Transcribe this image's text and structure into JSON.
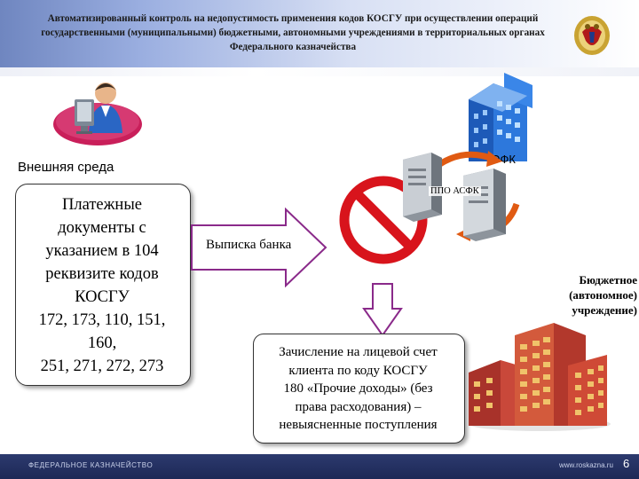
{
  "header": {
    "title": "Автоматизированный контроль на недопустимость применения кодов КОСГУ при осуществлении операций государственными (муниципальными) бюджетными, автономными учреждениями в территориальных органах Федерального казначейства",
    "emblem_icon": "eagle-emblem-icon"
  },
  "external_env": {
    "label": "Внешняя среда",
    "icon": "user-at-computer-icon"
  },
  "payment_docs": {
    "lines": [
      "Платежные",
      "документы с",
      "указанием в 104",
      "реквизите кодов",
      "КОСГУ",
      "172, 173, 110, 151,",
      "160,",
      "251, 271, 272, 273"
    ]
  },
  "bank_statement": {
    "label": "Выписка банка"
  },
  "tofk": {
    "label": "ТОФК",
    "icon": "office-building-icon"
  },
  "ppo_asfk": {
    "label": "ППО АСФК",
    "icon": "server-icon"
  },
  "prohibition": {
    "icon": "prohibition-sign-icon"
  },
  "credit_note": {
    "lines": [
      "Зачисление на лицевой счет",
      "клиента по коду КОСГУ",
      "180 «Прочие доходы» (без",
      "права расходования) –",
      "невыясненные поступления"
    ]
  },
  "budget_institution": {
    "lines": [
      "Бюджетное",
      "(автономное)",
      "учреждение)"
    ],
    "icon": "institution-building-icon"
  },
  "footer": {
    "org": "ФЕДЕРАЛЬНОЕ КАЗНАЧЕЙСТВО",
    "site": "www.roskazna.ru",
    "page": "6"
  },
  "colors": {
    "header_blue": "#6f86c0",
    "arrow_outline": "#8a2a8a",
    "prohibit_red": "#d8141c",
    "tofk_blue": "#2d6fd0",
    "institution_red": "#c0392b",
    "footer_navy": "#1d2856"
  }
}
